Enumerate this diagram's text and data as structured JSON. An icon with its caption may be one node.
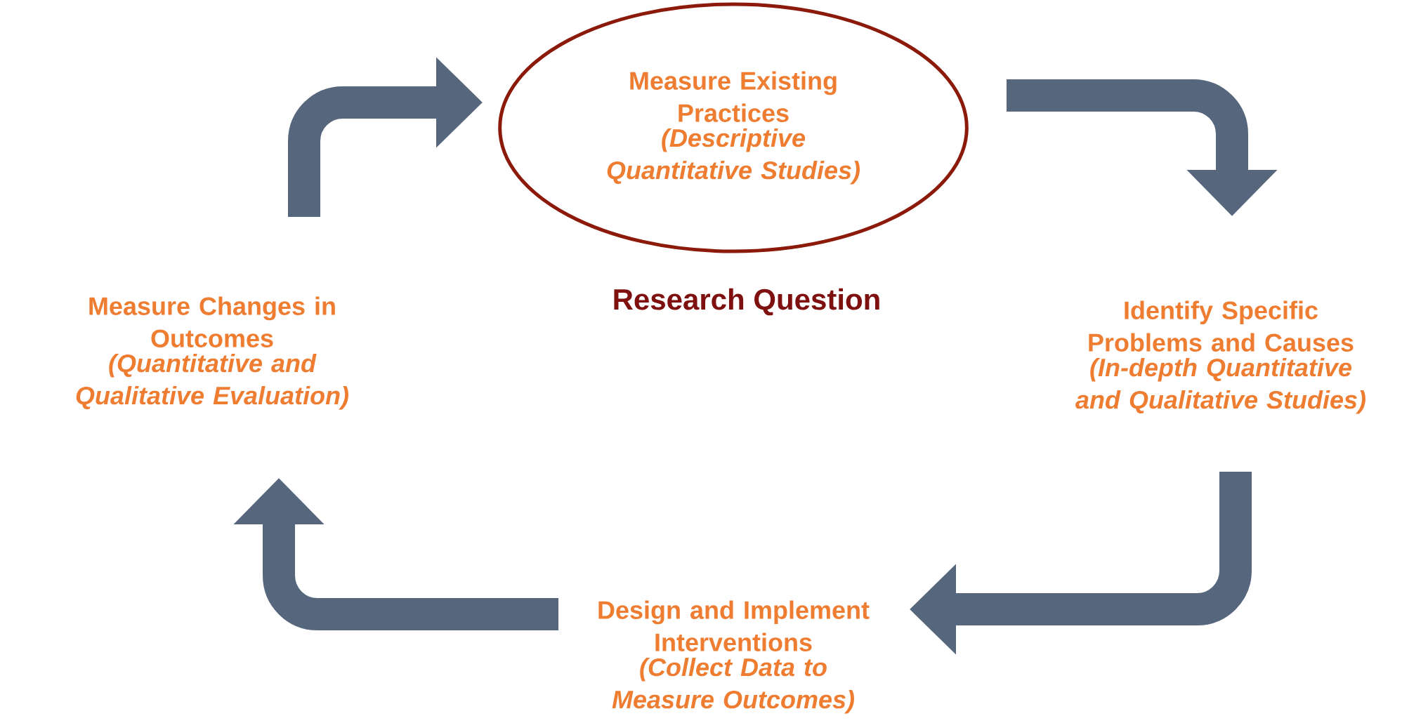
{
  "diagram": {
    "nodes": [
      {
        "text": [
          "Measure Existing Practices",
          "(Descriptive Quantitative Studies)"
        ]
      },
      {
        "text": [
          "Identify Specific Problems and Causes",
          "(In-depth Quantitative and Qualitative Studies)"
        ]
      },
      {
        "text": [
          "Design and Implement Interventions",
          "(Collect Data to Measure Outcomes)"
        ]
      },
      {
        "text": [
          "Measure Changes in Outcomes",
          "(Quantitative and Qualitative Evaluation)"
        ]
      }
    ],
    "edges": [
      {
        "from": 0,
        "to": 1,
        "arrow": "to"
      },
      {
        "from": 1,
        "to": 2,
        "arrow": "to"
      },
      {
        "from": 2,
        "to": 3,
        "arrow": "to"
      },
      {
        "from": 3,
        "to": 0,
        "arrow": "to"
      }
    ],
    "labels": [
      "Research Question"
    ]
  }
}
